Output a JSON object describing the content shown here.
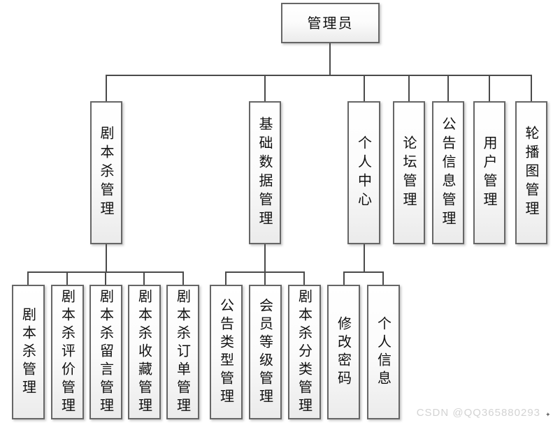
{
  "root": {
    "label": "管理员"
  },
  "level2": [
    {
      "label": "剧本杀管理"
    },
    {
      "label": "基础数据管理"
    },
    {
      "label": "个人中心"
    },
    {
      "label": "论坛管理"
    },
    {
      "label": "公告信息管理"
    },
    {
      "label": "用户管理"
    },
    {
      "label": "轮播图管理"
    }
  ],
  "level3": {
    "script_group": [
      {
        "label": "剧本杀管理"
      },
      {
        "label": "剧本杀评价管理"
      },
      {
        "label": "剧本杀留言管理"
      },
      {
        "label": "剧本杀收藏管理"
      },
      {
        "label": "剧本杀订单管理"
      }
    ],
    "base_data_group": [
      {
        "label": "公告类型管理"
      },
      {
        "label": "会员等级管理"
      },
      {
        "label": "剧本杀分类管理"
      }
    ],
    "personal_group": [
      {
        "label": "修改密码"
      },
      {
        "label": "个人信息"
      }
    ]
  },
  "watermark": {
    "text": "CSDN @QQ365880293"
  },
  "colors": {
    "node_border": "#666666",
    "node_fill_top": "#ffffff",
    "node_fill_bottom": "#ebebeb",
    "connector": "#4a4a4a",
    "text": "#111111",
    "watermark": "#d3d3d3"
  }
}
